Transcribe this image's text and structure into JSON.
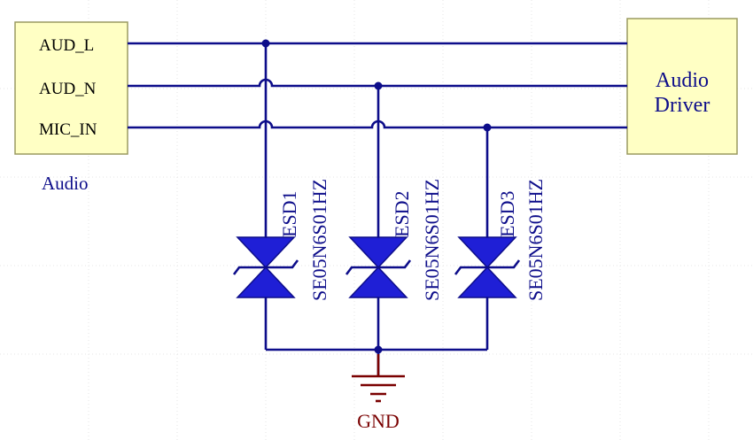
{
  "colors": {
    "wire": "#0d0d8a",
    "component_fill": "#1f1fd6",
    "box_fill": "#ffffc4",
    "box_stroke": "#9a9a60",
    "ground": "#7a0000",
    "grid": "#e6e6e6"
  },
  "audio_block": {
    "label": "Audio",
    "pins": [
      "AUD_L",
      "AUD_N",
      "MIC_IN"
    ]
  },
  "driver_block": {
    "line1": "Audio",
    "line2": "Driver"
  },
  "esd": [
    {
      "ref": "ESD1",
      "part": "SE05N6S01HZ"
    },
    {
      "ref": "ESD2",
      "part": "SE05N6S01HZ"
    },
    {
      "ref": "ESD3",
      "part": "SE05N6S01HZ"
    }
  ],
  "ground": {
    "label": "GND"
  }
}
